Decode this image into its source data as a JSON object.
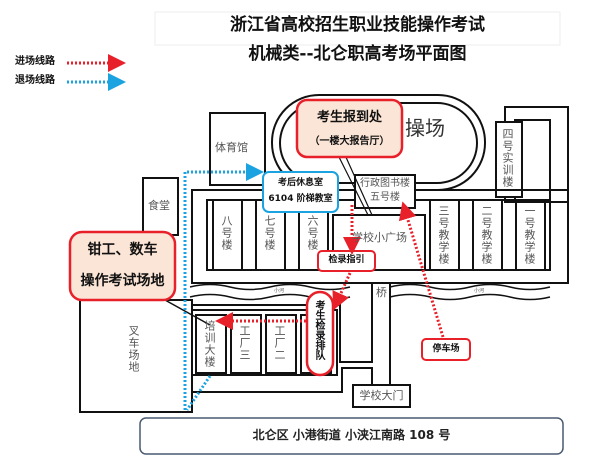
{
  "title": {
    "line1": "浙江省高校招生职业技能操作考试",
    "line2": "机械类--北仑职高考场平面图"
  },
  "legend": [
    {
      "label": "进场线路",
      "color": "#e8202a"
    },
    {
      "label": "退场线路",
      "color": "#1aa3e0"
    }
  ],
  "callouts": {
    "registration": {
      "title": "考生报到处",
      "sub": "（一楼大报告厅）"
    },
    "rest_room": {
      "line1": "考后休息室",
      "line2": "6104 阶梯教室"
    },
    "exam_site": {
      "line1": "钳工、数车",
      "line2": "操作考试场地"
    },
    "checkin_guide": "检录指引",
    "checkin_queue": "考生检录排队",
    "parking": "停车场"
  },
  "buildings": {
    "playground": "操场",
    "gym": "体育馆",
    "canteen": "食堂",
    "training4": "四号实训楼",
    "admin": "行政图书楼",
    "building5": "五号楼",
    "b8": "八号楼",
    "b7": "七号楼",
    "b6": "六号楼",
    "square": "学校小广场",
    "b3": "三号教学楼",
    "b2": "二号教学楼",
    "b1": "一号教学楼",
    "river_left": "小河",
    "river_right": "小河",
    "bridge": "桥",
    "forklift": "叉车场地",
    "training_bldg": "培训大楼",
    "factory3": "工厂三",
    "factory2": "工厂二",
    "gate": "学校大门"
  },
  "address": "北仑区  小港街道  小浃江南路 108 号"
}
